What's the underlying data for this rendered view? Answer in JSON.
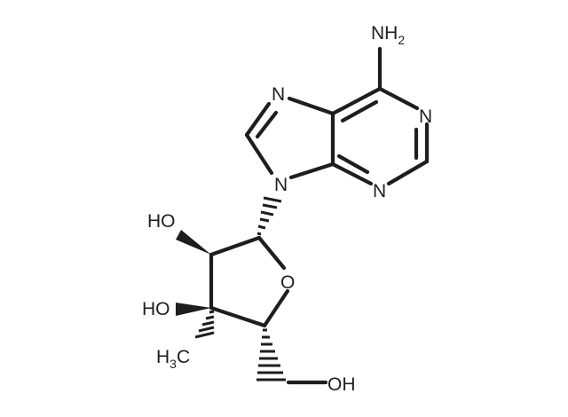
{
  "molecule": {
    "labels": {
      "amino": "NH",
      "amino_sub": "2",
      "n1": "N",
      "n3": "N",
      "n7": "N",
      "n9": "N",
      "ring_oxygen": "O",
      "hydroxyl_2": "HO",
      "hydroxyl_3": "HO",
      "hydroxyl_5": "OH",
      "methyl": "H",
      "methyl_sub": "3",
      "methyl_c": "C"
    },
    "colors": {
      "ink": "#1e1e1e",
      "background": "#ffffff"
    }
  }
}
